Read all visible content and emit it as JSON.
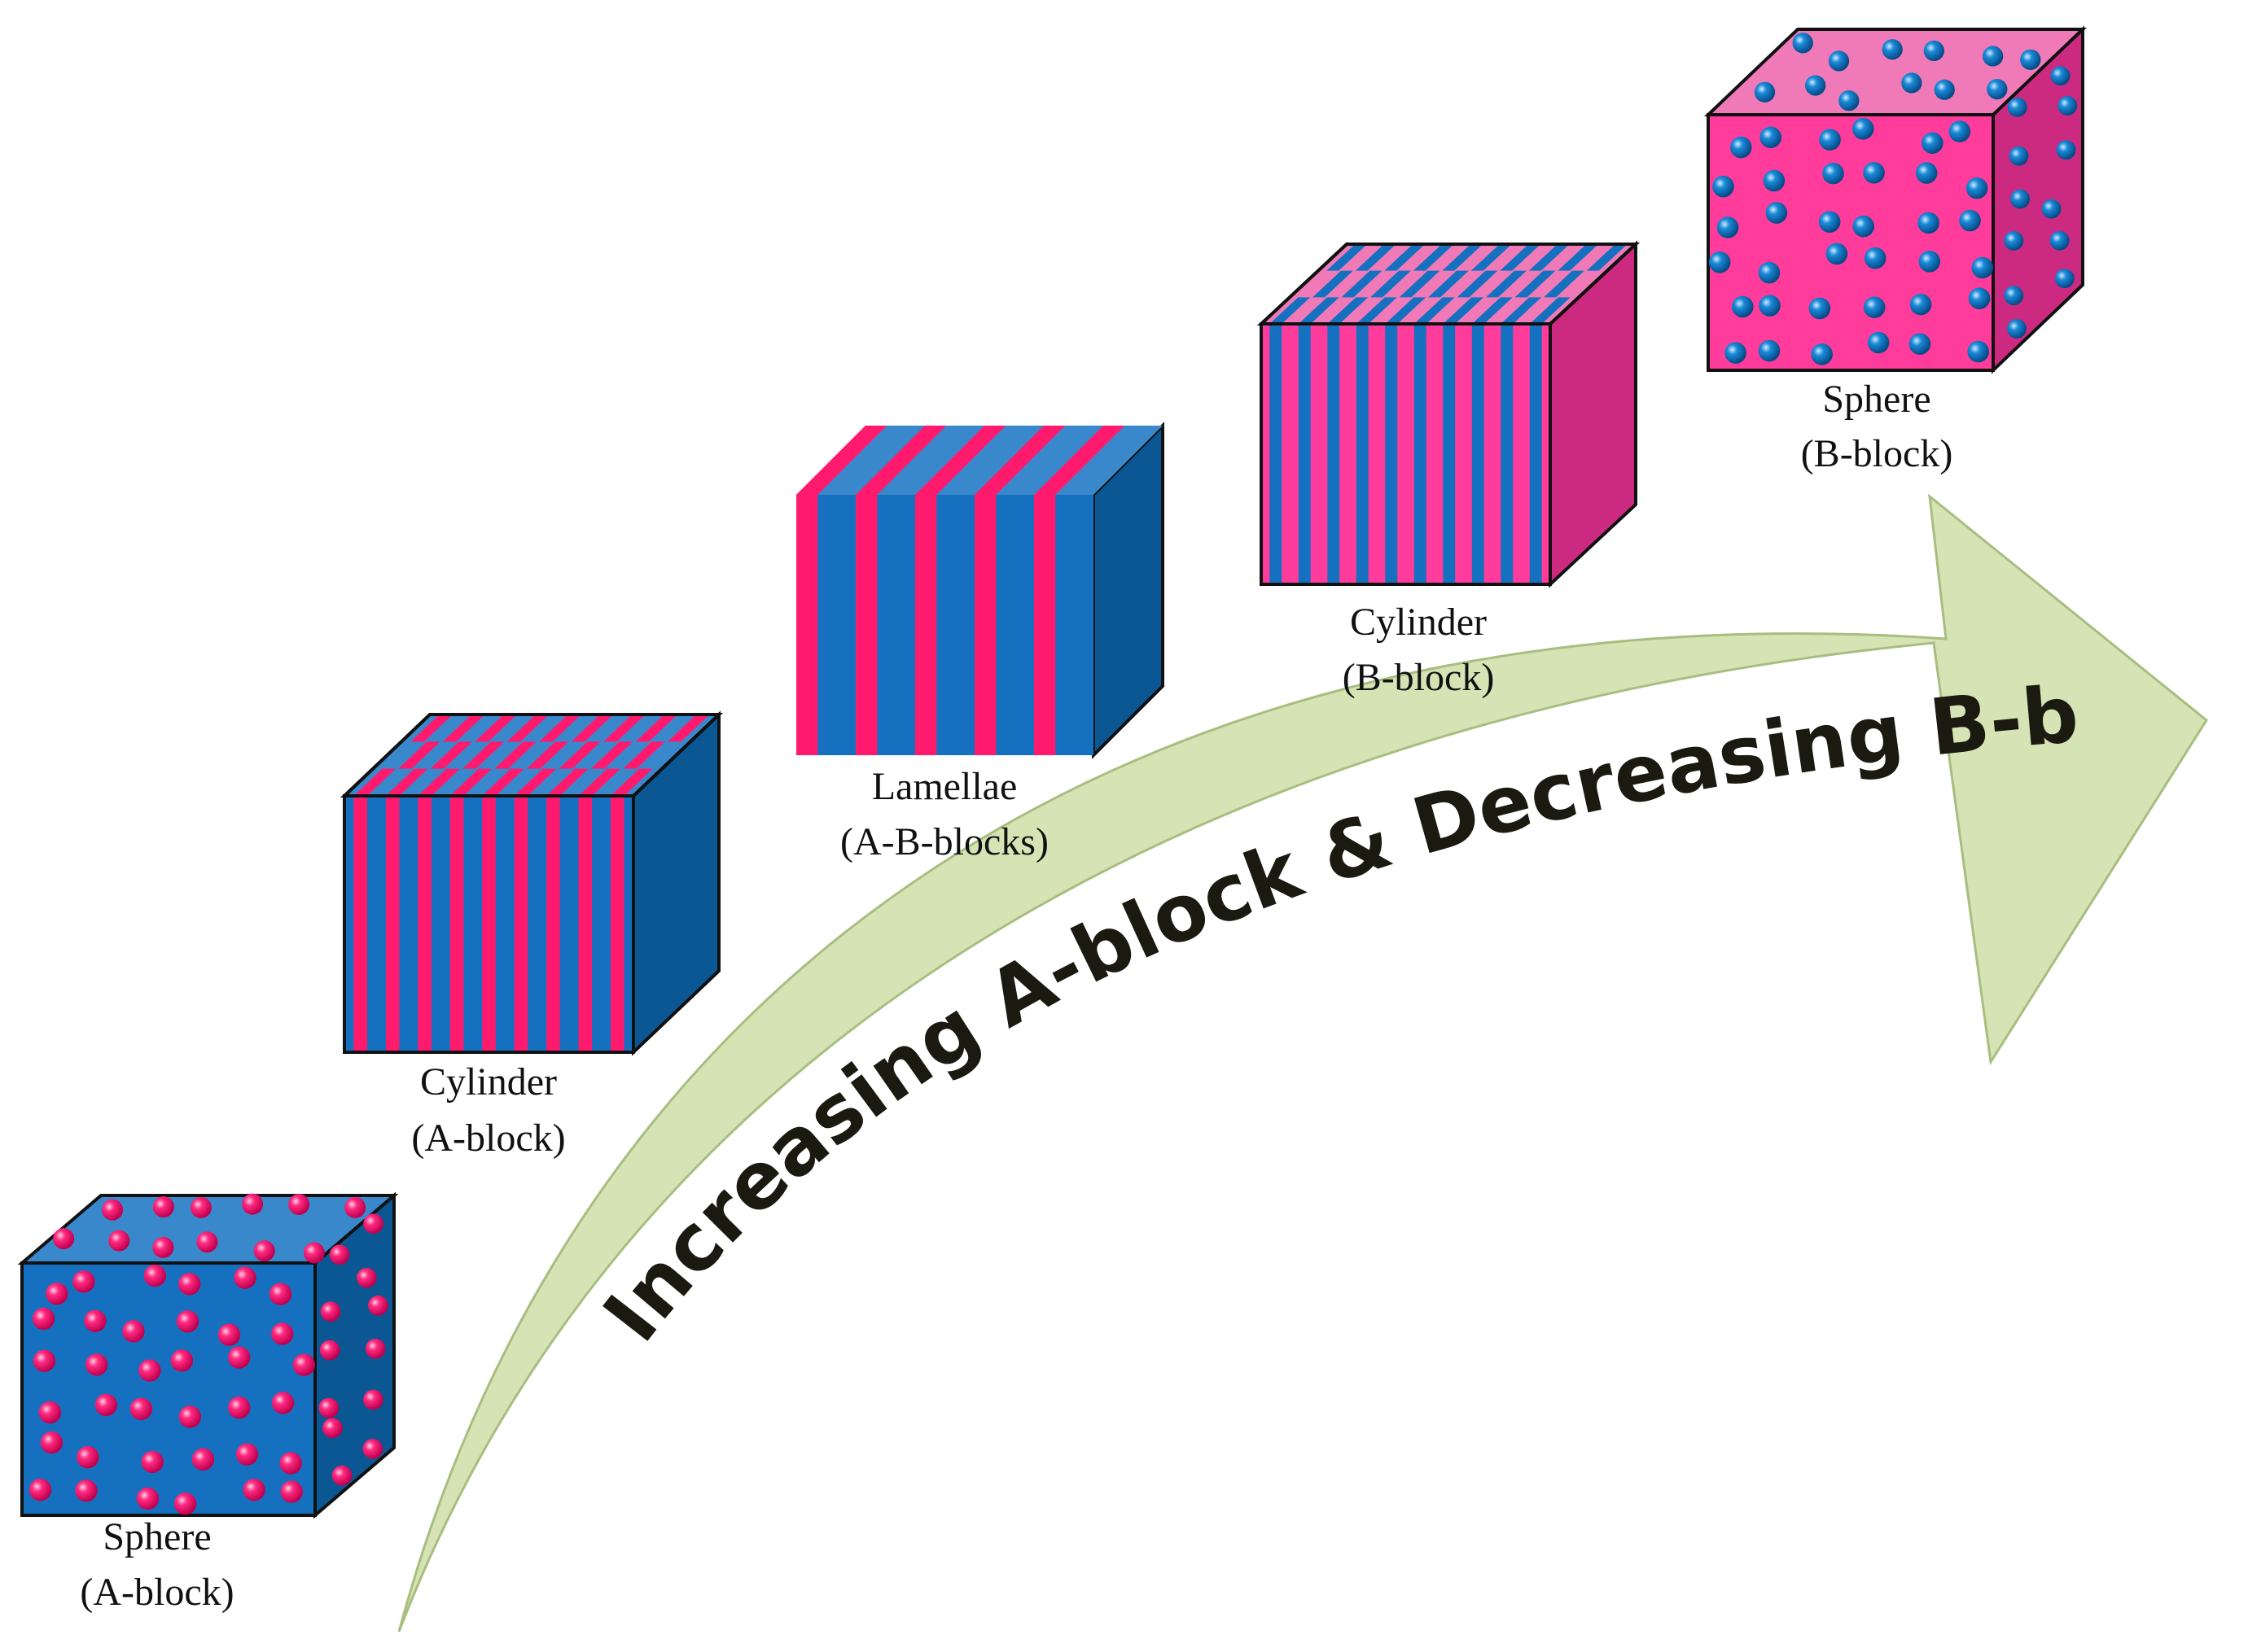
{
  "colors": {
    "block_a": "#1670c0",
    "block_a_top": "#3a88cc",
    "block_a_side": "#0b5794",
    "block_b": "#ff3c9c",
    "block_b_top": "#f07ab8",
    "block_b_side": "#cc2a80",
    "stripe_b": "#ff1a6e",
    "arrow_fill": "#d6e3b5",
    "arrow_stroke": "#a8be80",
    "outline": "#111111"
  },
  "phases": [
    {
      "id": "sphere-a",
      "structure": "sphere",
      "matrix": "A",
      "label_line1": "Sphere",
      "label_line2": "(A-block)"
    },
    {
      "id": "cylinder-a",
      "structure": "cylinder",
      "matrix": "A",
      "label_line1": "Cylinder",
      "label_line2": "(A-block)"
    },
    {
      "id": "lamellae",
      "structure": "lamellae",
      "matrix": "A-B",
      "label_line1": "Lamellae",
      "label_line2": "(A-B-blocks)"
    },
    {
      "id": "cylinder-b",
      "structure": "cylinder",
      "matrix": "B",
      "label_line1": "Cylinder",
      "label_line2": "(B-block)"
    },
    {
      "id": "sphere-b",
      "structure": "sphere",
      "matrix": "B",
      "label_line1": "Sphere",
      "label_line2": "(B-block)"
    }
  ],
  "arrow": {
    "text": "Increasing A-block & Decreasing B-block"
  }
}
